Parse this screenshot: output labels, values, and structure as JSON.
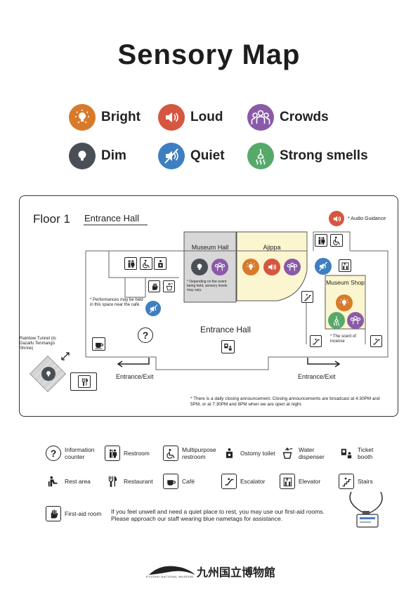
{
  "title": "Sensory Map",
  "legend": [
    {
      "label": "Bright",
      "color": "#d97a2b",
      "icon": "bright-icon"
    },
    {
      "label": "Loud",
      "color": "#d5573f",
      "icon": "loud-icon"
    },
    {
      "label": "Crowds",
      "color": "#8a5aa8",
      "icon": "crowds-icon"
    },
    {
      "label": "Dim",
      "color": "#4a4f56",
      "icon": "dim-icon"
    },
    {
      "label": "Quiet",
      "color": "#3d7fc0",
      "icon": "quiet-icon"
    },
    {
      "label": "Strong smells",
      "color": "#57a96a",
      "icon": "smell-icon"
    }
  ],
  "map": {
    "floor": "Floor 1",
    "floor_section": "Entrance Hall",
    "audio_guidance": "* Audio Guidance",
    "museum_hall": "Museum Hall",
    "museum_hall_note": "* Depending on the event being held, sensory levels may vary.",
    "ajippa": "Ajippa",
    "museum_shop": "Museum Shop",
    "shop_note": "* The scent of incense",
    "performances_note": "* Performances may be held in this space near the café.",
    "entrance_hall": "Entrance Hall",
    "rainbow_tunnel": "Rainbow Tunnel (to Dazaifu Tenmangū Shrine)",
    "entrance_exit_left": "Entrance/Exit",
    "entrance_exit_right": "Entrance/Exit",
    "closing_note": "* There is a daily closing announcement. Closing announcements are broadcast at 4:30PM and 5PM, or at 7:30PM and 8PM when we are open at night."
  },
  "key": [
    {
      "label": "Information counter",
      "icon": "information-icon"
    },
    {
      "label": "Restroom",
      "icon": "restroom-icon"
    },
    {
      "label": "Multipurpose restroom",
      "icon": "wheelchair-icon"
    },
    {
      "label": "Ostomy toilet",
      "icon": "ostomy-icon"
    },
    {
      "label": "Water dispenser",
      "icon": "water-icon"
    },
    {
      "label": "Ticket booth",
      "icon": "ticket-icon"
    },
    {
      "label": "Rest area",
      "icon": "rest-area-icon"
    },
    {
      "label": "Restaurant",
      "icon": "restaurant-icon"
    },
    {
      "label": "Café",
      "icon": "cafe-icon"
    },
    {
      "label": "Escalator",
      "icon": "escalator-icon"
    },
    {
      "label": "Elevator",
      "icon": "elevator-icon"
    },
    {
      "label": "Stairs",
      "icon": "stairs-icon"
    },
    {
      "label": "First-aid room",
      "icon": "first-aid-icon"
    }
  ],
  "first_aid_note": "If you feel unwell and need a quiet place to rest, you may use our first-aid rooms. Please approach our staff wearing blue nametags for assistance.",
  "footer": {
    "logo_sub": "KYUSHU NATIONAL MUSEUM",
    "logo_text": "九州国立博物館"
  }
}
